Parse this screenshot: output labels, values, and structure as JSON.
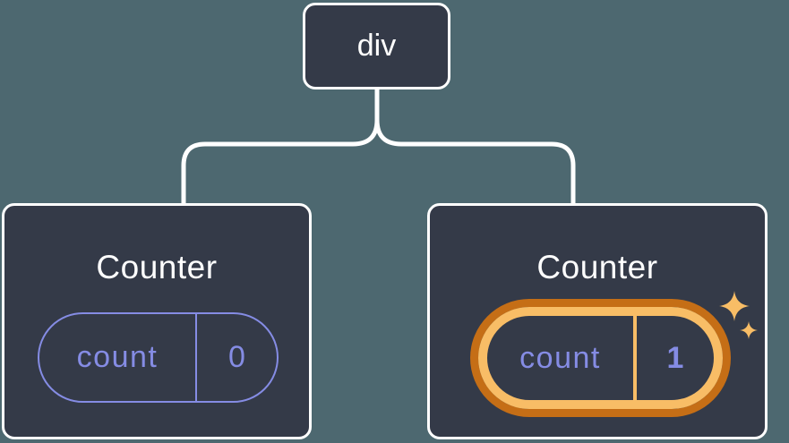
{
  "tree": {
    "root": {
      "label": "div"
    },
    "children": [
      {
        "title": "Counter",
        "state_key": "count",
        "state_value": "0",
        "highlighted": false
      },
      {
        "title": "Counter",
        "state_key": "count",
        "state_value": "1",
        "highlighted": true
      }
    ]
  },
  "icons": {
    "sparkles": "four-point-star-sparkles"
  },
  "colors": {
    "background": "#4D6870",
    "node_fill": "#343A48",
    "node_border": "#FFFFFF",
    "connector": "#FFFFFF",
    "state_accent": "#858CE4",
    "highlight_outer": "#C56E16",
    "highlight_inner": "#F8BD66"
  }
}
